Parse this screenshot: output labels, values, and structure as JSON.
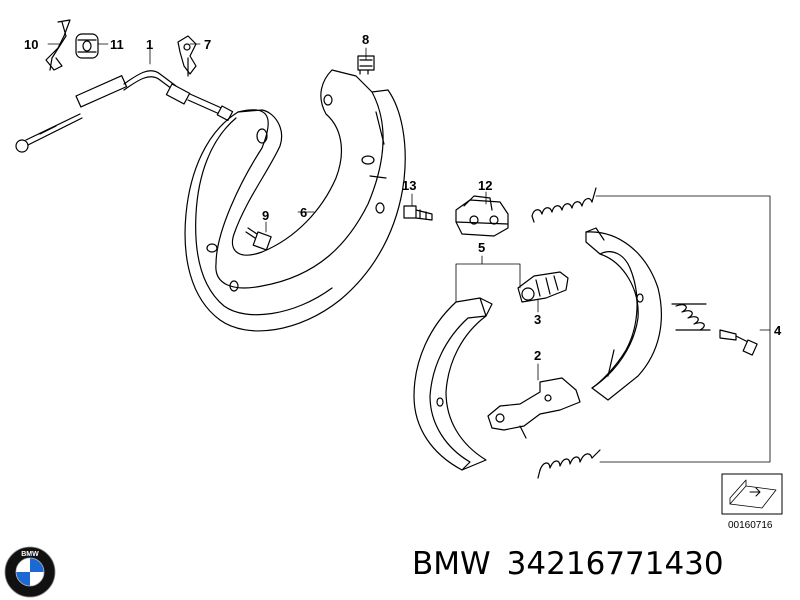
{
  "callouts": [
    "10",
    "11",
    "1",
    "7",
    "8",
    "9",
    "6",
    "13",
    "12",
    "5",
    "3",
    "2",
    "4"
  ],
  "reference_code": "00160716",
  "title": {
    "brand": "BMW",
    "part_number": "34216771430"
  },
  "logo": {
    "text": "BMW",
    "icon": "bmw-roundel-icon",
    "colors": {
      "blue": "#1c69d4",
      "black": "#111111",
      "white": "#ffffff"
    }
  }
}
